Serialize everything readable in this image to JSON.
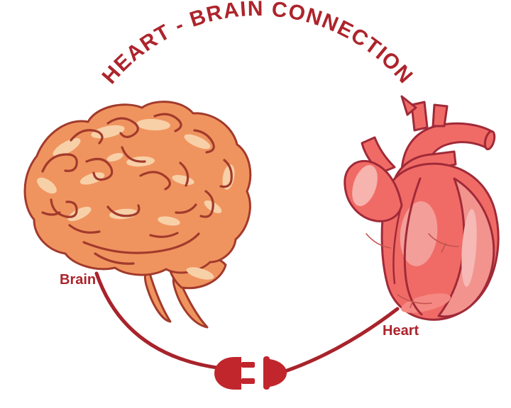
{
  "title": "HEART - BRAIN CONNECTION",
  "labels": {
    "brain": "Brain",
    "heart": "Heart"
  },
  "icons": {
    "left": "brain-illustration",
    "right": "heart-illustration",
    "connector_left": "power-plug-icon",
    "connector_right": "power-socket-icon"
  },
  "colors": {
    "background": "#FFFFFF",
    "title_text": "#AD242C",
    "label_text": "#AD242C",
    "cable": "#A8232B",
    "plug": "#C0262C",
    "brain_fill": "#F0945F",
    "brain_outline": "#A23A2C",
    "brain_highlight": "#F8D0A8",
    "heart_fill": "#F16B66",
    "heart_outline": "#A02A38",
    "heart_lobe": "#F3938E",
    "heart_streak": "#F6B9B5",
    "heart_flap_highlight": "#F7B3AE",
    "heart_center_highlight": "#F49E99"
  }
}
